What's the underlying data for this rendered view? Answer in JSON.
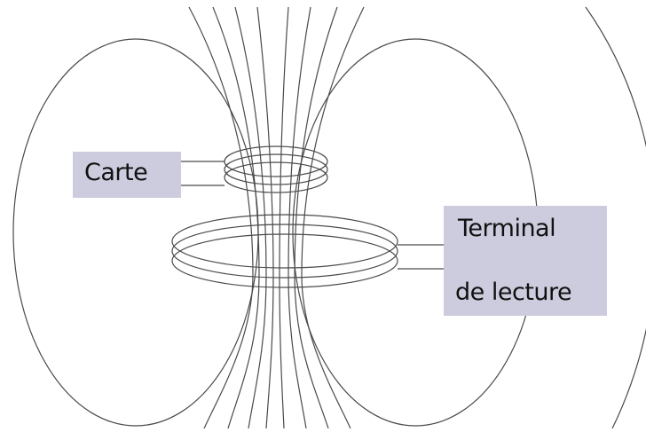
{
  "labels": {
    "card": "Carte",
    "reader_line1": "Terminal",
    "reader_line2": "de lecture"
  },
  "colors": {
    "line": "#4a4a4a",
    "label_background": "#ccccde",
    "background": "#ffffff"
  }
}
